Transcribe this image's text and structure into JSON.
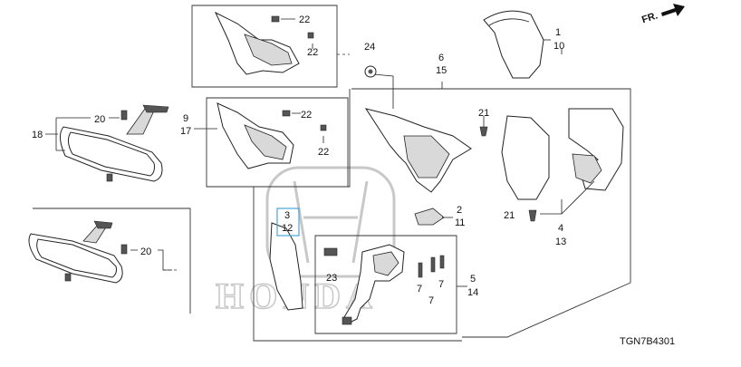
{
  "direction_label": "FR.",
  "diagram_code": "TGN7B4301",
  "watermark": "HONDA",
  "callouts": {
    "c1": "1",
    "c10": "10",
    "c6": "6",
    "c15": "15",
    "c24": "24",
    "c22a": "22",
    "c22b": "22",
    "c22c": "22",
    "c22d": "22",
    "c9": "9",
    "c17": "17",
    "c21a": "21",
    "c21b": "21",
    "c20a": "20",
    "c20b": "20",
    "c18": "18",
    "c3": "3",
    "c12": "12",
    "c2": "2",
    "c11": "11",
    "c4": "4",
    "c13": "13",
    "c5": "5",
    "c14": "14",
    "c23": "23",
    "c7a": "7",
    "c7b": "7",
    "c7c": "7"
  }
}
